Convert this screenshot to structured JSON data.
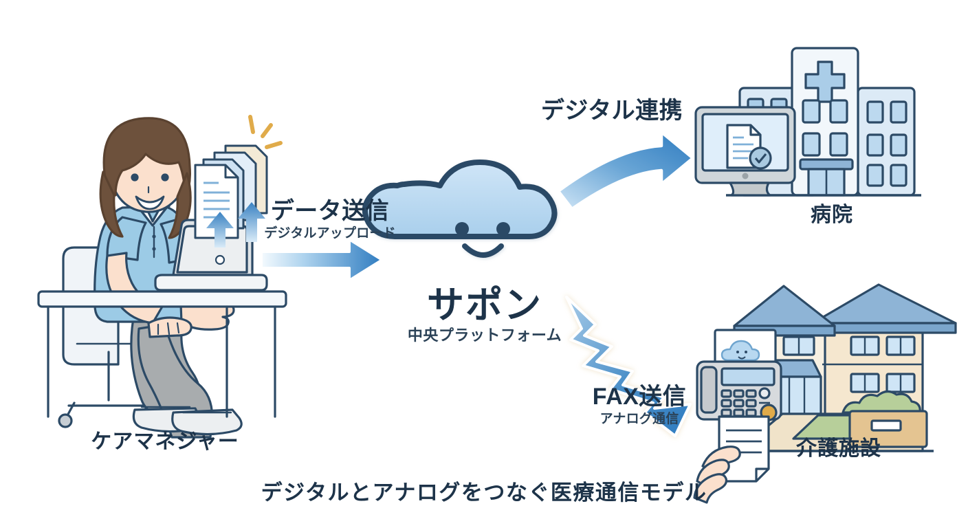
{
  "diagram": {
    "caption": "デジタルとアナログをつなぐ医療通信モデル",
    "background_color": "#ffffff",
    "nodes": {
      "care_manager": {
        "label": "ケアマネジャー",
        "icon": "person-at-desk-with-laptop-icon"
      },
      "platform": {
        "name": "サポン",
        "subtitle": "中央プラットフォーム",
        "icon": "smiling-cloud-icon"
      },
      "hospital": {
        "label": "病院",
        "icon": "hospital-building-with-monitor-icon"
      },
      "care_facility": {
        "label": "介護施設",
        "icon": "house-with-fax-machine-icon"
      }
    },
    "flows": {
      "upload": {
        "label": "データ送信",
        "sublabel": "デジタルアップロード",
        "arrow": "straight-right-arrow"
      },
      "digital": {
        "label": "デジタル連携",
        "sublabel": "",
        "arrow": "curved-up-right-arrow"
      },
      "fax": {
        "label": "FAX送信",
        "sublabel": "アナログ通信",
        "arrow": "zigzag-down-right-arrow"
      }
    },
    "colors": {
      "text_dark": "#1d3349",
      "outline": "#2c4a66",
      "cloud_fill": "#b8d8f0",
      "arrow_blue": "#2f7cc0",
      "arrow_blue_light": "#eaf4fc",
      "accent_gold": "#e0ab4a",
      "house_wall": "#f5e7cf",
      "roof_blue": "#8eb4d6",
      "shirt_blue": "#9ccbe6",
      "pants_gray": "#a8acae",
      "skin": "#fbe0cd",
      "hair": "#6d513c"
    }
  }
}
